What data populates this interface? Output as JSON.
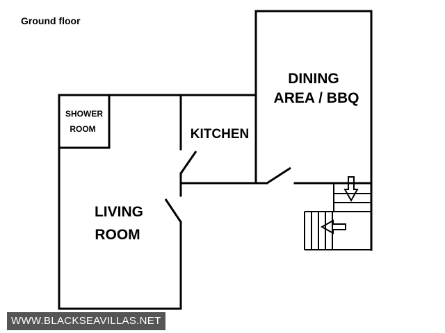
{
  "title": "Ground floor",
  "rooms": {
    "shower": [
      "SHOWER",
      "ROOM"
    ],
    "kitchen": "KITCHEN",
    "dining": [
      "DINING",
      "AREA / BBQ"
    ],
    "living": [
      "LIVING",
      "ROOM"
    ]
  },
  "watermark": "WWW.BLACKSEAVILLAS.NET"
}
